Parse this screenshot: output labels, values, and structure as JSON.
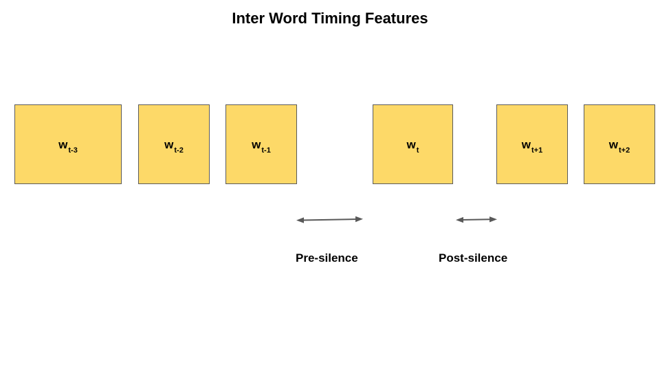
{
  "title": "Inter Word Timing Features",
  "words": [
    {
      "base": "w",
      "sub": "t-3"
    },
    {
      "base": "w",
      "sub": "t-2"
    },
    {
      "base": "w",
      "sub": "t-1"
    },
    {
      "base": "w",
      "sub": "t"
    },
    {
      "base": "w",
      "sub": "t+1"
    },
    {
      "base": "w",
      "sub": "t+2"
    }
  ],
  "annotations": {
    "pre_silence": "Pre-silence",
    "post_silence": "Post-silence"
  },
  "colors": {
    "box_fill": "#fdd968",
    "box_border": "#5a5a5a",
    "arrow": "#595959"
  }
}
